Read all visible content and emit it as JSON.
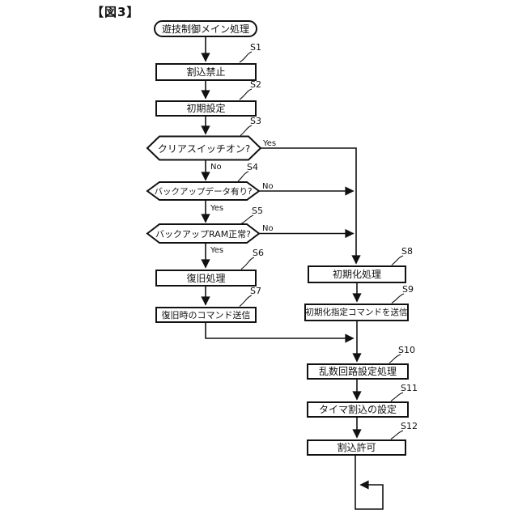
{
  "figure": {
    "title": "【図3】"
  },
  "flow": {
    "start": {
      "label": "遊技制御メイン処理"
    },
    "steps": {
      "s1": {
        "id": "S1",
        "label": "割込禁止"
      },
      "s2": {
        "id": "S2",
        "label": "初期設定"
      },
      "s3": {
        "id": "S3",
        "label": "クリアスイッチオン?",
        "yes_label": "Yes",
        "no_label": "No"
      },
      "s4": {
        "id": "S4",
        "label": "バックアップデータ有り?",
        "yes_label": "Yes",
        "no_label": "No"
      },
      "s5": {
        "id": "S5",
        "label": "バックアップRAM正常?",
        "yes_label": "Yes",
        "no_label": "No"
      },
      "s6": {
        "id": "S6",
        "label": "復旧処理"
      },
      "s7": {
        "id": "S7",
        "label": "復旧時のコマンド送信"
      },
      "s8": {
        "id": "S8",
        "label": "初期化処理"
      },
      "s9": {
        "id": "S9",
        "label": "初期化指定コマンドを送信"
      },
      "s10": {
        "id": "S10",
        "label": "乱数回路設定処理"
      },
      "s11": {
        "id": "S11",
        "label": "タイマ割込の設定"
      },
      "s12": {
        "id": "S12",
        "label": "割込許可"
      }
    }
  },
  "colors": {
    "line": "#111111",
    "background": "#ffffff",
    "text": "#111111"
  }
}
